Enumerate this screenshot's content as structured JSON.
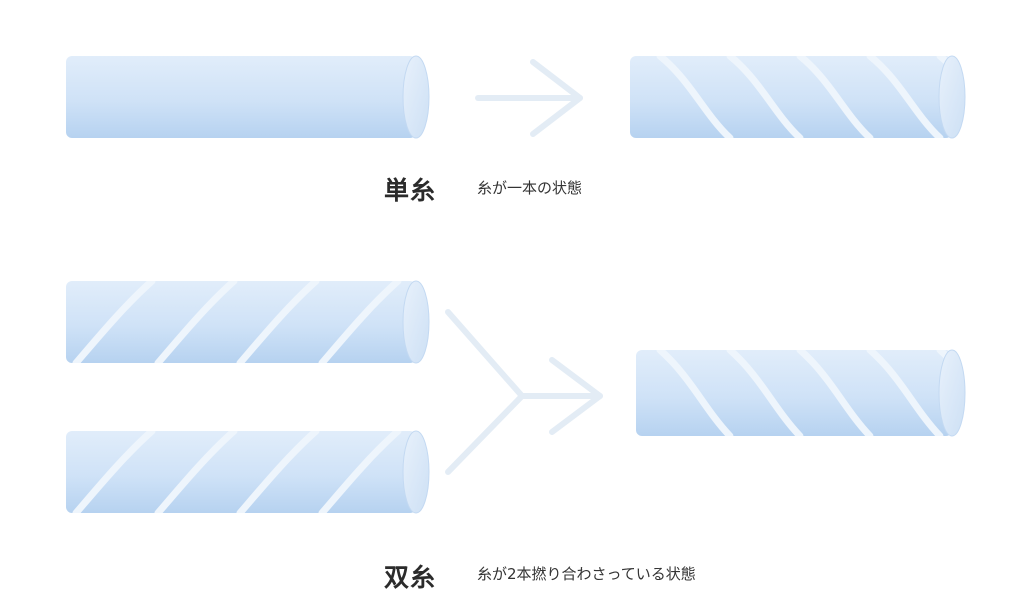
{
  "single": {
    "title": "単糸",
    "description": "糸が一本の状態"
  },
  "double": {
    "title": "双糸",
    "description": "糸が2本撚り合わさっている状態"
  },
  "colors": {
    "tube_light": "#e1edfa",
    "tube_dark": "#b9d5f2",
    "tube_end": "#d9e8f8",
    "stripe": "#eef5fc",
    "arrow": "#e3ecf5",
    "text": "#2b2b2b"
  }
}
